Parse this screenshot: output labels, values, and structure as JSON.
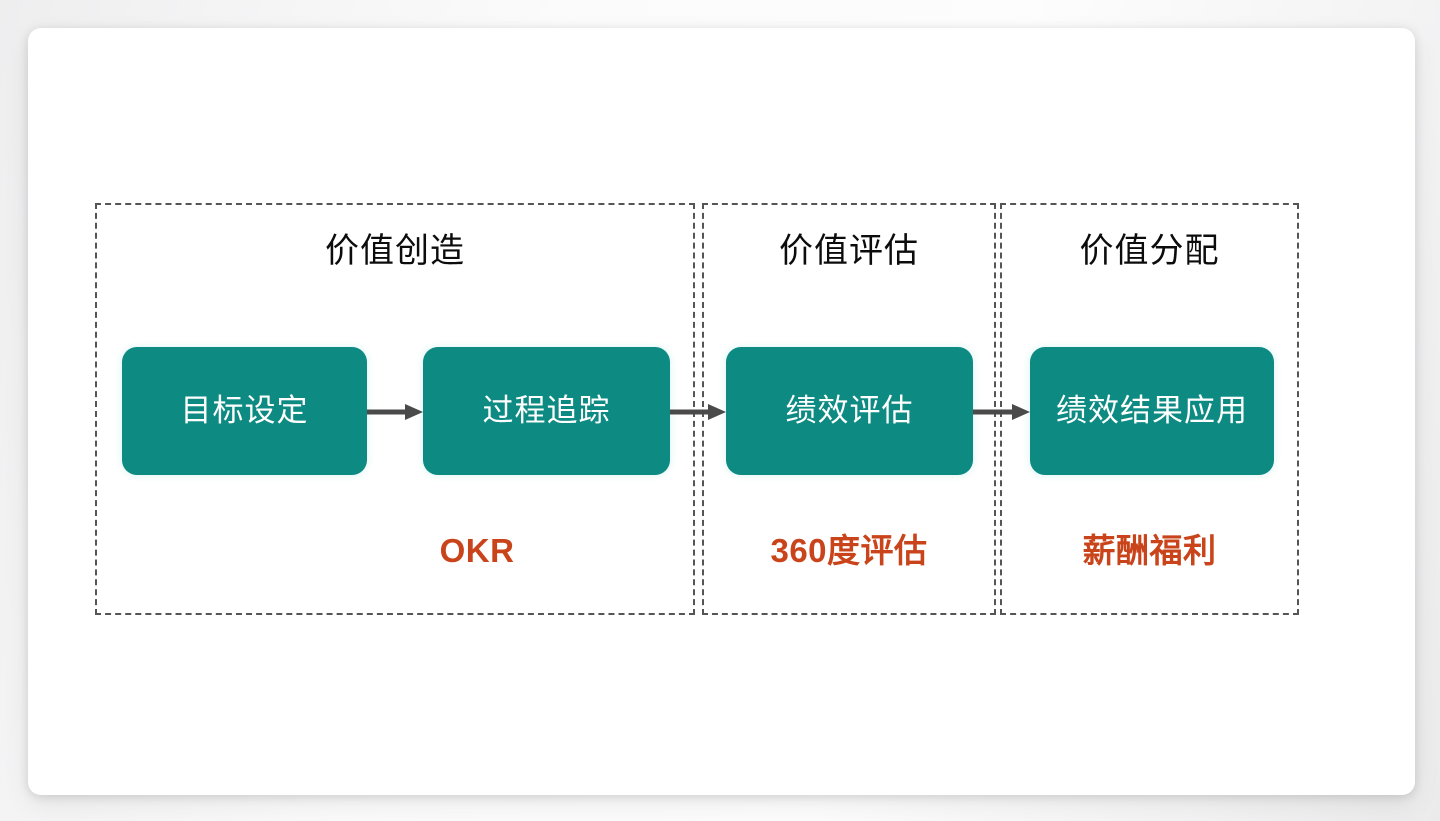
{
  "slide": {
    "background_color": "#ffffff",
    "accent_teal": "#0d8a82",
    "accent_orange": "#c9441a",
    "panel_border_color": "#555558",
    "connector_color": "#4a4a4a"
  },
  "stages": [
    {
      "title": "价值创造",
      "tag": "OKR"
    },
    {
      "title": "价值评估",
      "tag": "360度评估"
    },
    {
      "title": "价值分配",
      "tag": "薪酬福利"
    }
  ],
  "nodes": [
    {
      "label": "目标设定"
    },
    {
      "label": "过程追踪"
    },
    {
      "label": "绩效评估"
    },
    {
      "label": "绩效结果应用"
    }
  ],
  "connectors": [
    {
      "name": "arrow-1",
      "from": "目标设定",
      "to": "过程追踪"
    },
    {
      "name": "arrow-2",
      "from": "过程追踪",
      "to": "绩效评估"
    },
    {
      "name": "arrow-3",
      "from": "绩效评估",
      "to": "绩效结果应用"
    }
  ]
}
